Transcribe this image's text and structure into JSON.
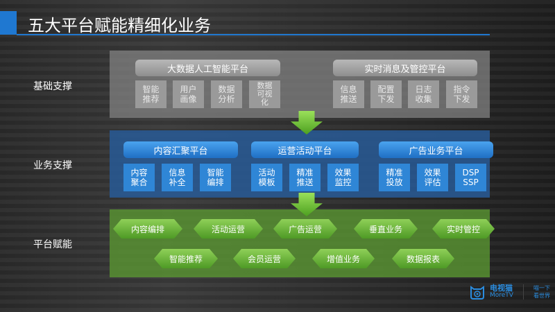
{
  "title": "五大平台赋能精细化业务",
  "rows": {
    "base": "基础支撑",
    "business": "业务支撑",
    "enable": "平台赋能"
  },
  "base": {
    "left": {
      "title": "大数据人工智能平台",
      "items": [
        "智能\n推荐",
        "用户\n画像",
        "数据\n分析",
        "数据\n可视\n化"
      ]
    },
    "right": {
      "title": "实时消息及管控平台",
      "items": [
        "信息\n推送",
        "配置\n下发",
        "日志\n收集",
        "指令\n下发"
      ]
    }
  },
  "business": [
    {
      "title": "内容汇聚平台",
      "items": [
        "内容\n聚合",
        "信息\n补全",
        "智能\n编排"
      ]
    },
    {
      "title": "运营活动平台",
      "items": [
        "活动\n模板",
        "精准\n推送",
        "效果\n监控"
      ]
    },
    {
      "title": "广告业务平台",
      "items": [
        "精准\n投放",
        "效果\n评估",
        "DSP\nSSP"
      ]
    }
  ],
  "enable": {
    "row1": [
      "内容编排",
      "活动运营",
      "广告运营",
      "垂直业务",
      "实时管控"
    ],
    "row2": [
      "智能推荐",
      "会员运营",
      "增值业务",
      "数据报表"
    ]
  },
  "logo": {
    "name": "电视猫",
    "sub": "MoreTV",
    "slogan1": "喵一下",
    "slogan2": "看世界"
  },
  "colors": {
    "accent": "#1f78d1",
    "green": "#5aa52a"
  }
}
